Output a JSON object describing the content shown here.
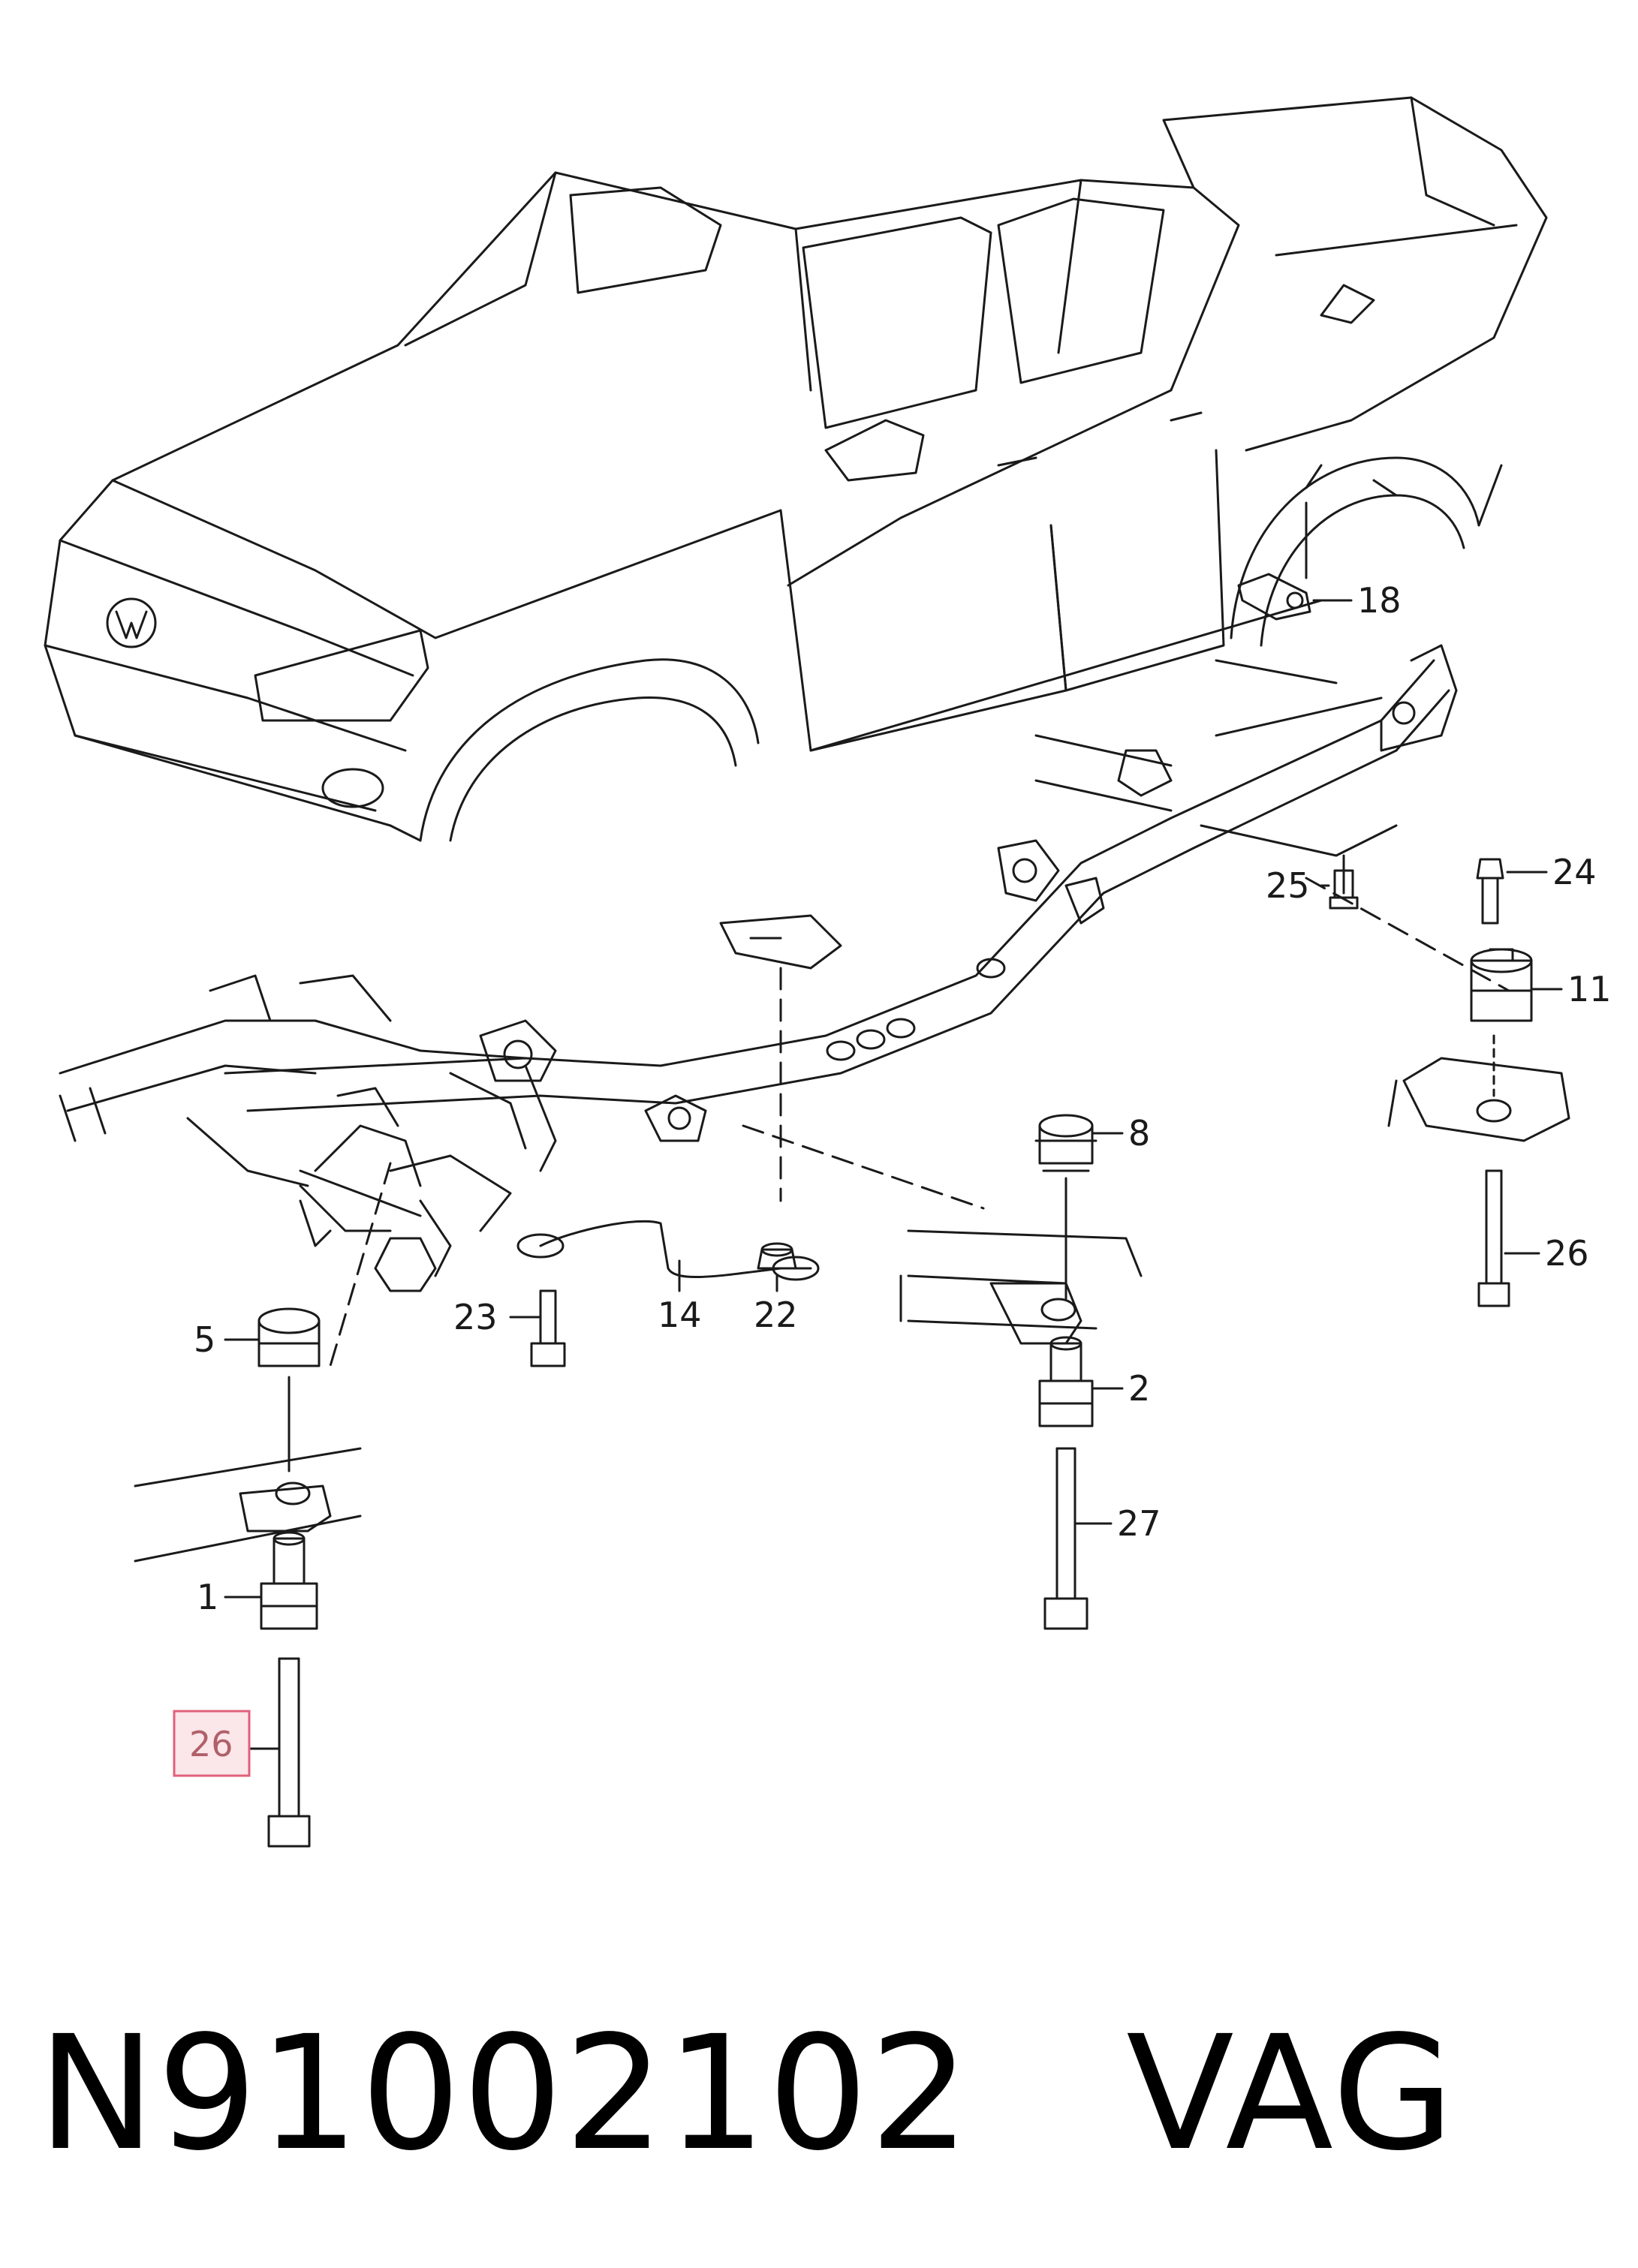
{
  "callouts": {
    "c18": "18",
    "c25": "25",
    "c24": "24",
    "c11": "11",
    "c8": "8",
    "c26_right": "26",
    "c5": "5",
    "c23": "23",
    "c14": "14",
    "c22": "22",
    "c2": "2",
    "c27": "27",
    "c1": "1",
    "c26_highlight": "26"
  },
  "footer": {
    "part_number": "N91002102",
    "brand": "VAG"
  },
  "colors": {
    "line": "#1a1a1a",
    "highlight_border": "#e0607a",
    "highlight_fill": "#fbe6ea"
  }
}
